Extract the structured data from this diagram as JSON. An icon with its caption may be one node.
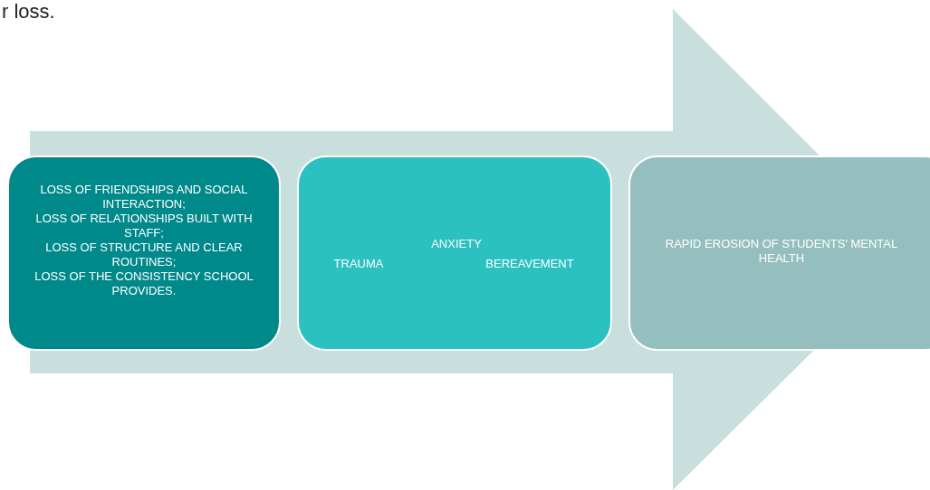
{
  "diagram": {
    "nodes": [
      {
        "text": [
          "LOSS OF FRIENDSHIPS AND SOCIAL INTERACTION;",
          "LOSS OF RELATIONSHIPS BUILT WITH STAFF;",
          "LOSS OF STRUCTURE AND CLEAR ROUTINES;",
          "LOSS OF THE CONSISTENCY SCHOOL PROVIDES."
        ]
      },
      {
        "text": [
          "ANXIETY",
          "TRAUMA",
          "BEREAVEMENT"
        ]
      },
      {
        "text": [
          "RAPID EROSION OF STUDENTS' MENTAL HEALTH"
        ]
      }
    ],
    "edges": [
      {
        "from": 0,
        "to": 2,
        "arrow": "to"
      }
    ],
    "labels": [
      "r loss."
    ]
  }
}
